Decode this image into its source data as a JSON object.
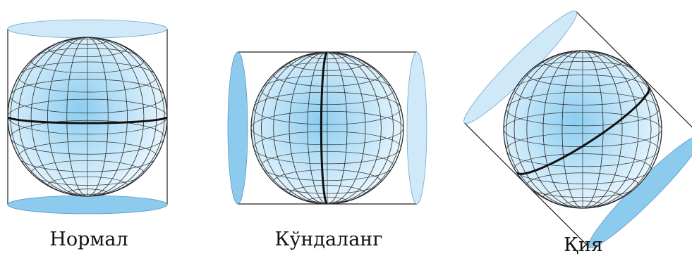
{
  "panels": [
    {
      "id": "normal",
      "label": "Нормал",
      "rotation_deg": 0,
      "equator_tilt_deg": 0
    },
    {
      "id": "transverse",
      "label": "Кўндаланг",
      "rotation_deg": 90,
      "equator_tilt_deg": 90
    },
    {
      "id": "oblique",
      "label": "Қия",
      "rotation_deg": -45,
      "equator_tilt_deg": -35
    }
  ],
  "colors": {
    "cap_light": "#cfe9f9",
    "cap_dark": "#8ccbee",
    "globe_center": "#8ccdf0",
    "globe_edge": "#eef8fe",
    "grid": "#333333",
    "highlight": "#111111",
    "outline": "#222222"
  },
  "icons": [
    "normal-cylinder-projection",
    "transverse-cylinder-projection",
    "oblique-cylinder-projection"
  ]
}
